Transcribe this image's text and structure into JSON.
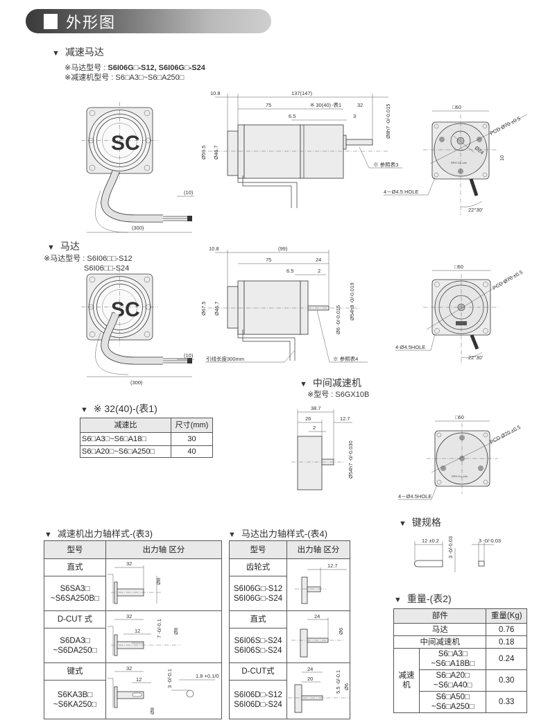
{
  "title": "外形图",
  "geared_motor": {
    "heading": "减速马达",
    "note_motor_prefix": "※马达型号 : ",
    "note_motor_value": "S6I06G□-S12, S6I06G□-S24",
    "note_gear": "※减速机型号 : S6□A3□~S6□A250□",
    "logo": "SC",
    "dims": {
      "cable_end": "(10)",
      "cable_len": "(300)",
      "d1": "10.8",
      "total": "137(147)",
      "motor": "75",
      "gear": "※ 30(40)",
      "gear_ref": "-表1",
      "shaft": "32",
      "flange": "6.5",
      "shaft_step": "3",
      "dia_body": "Ø59.5",
      "dia_cap": "Ø46.7",
      "dia_shaft": "Ø8h7 -0/-0.015",
      "ref": "※ 参照表3",
      "square": "□60",
      "pcd": "PCD Ø70 ±0.5",
      "dia_hub": "Ø24",
      "offset": "10",
      "angle": "22°30'",
      "hole": "4－Ø4.5 HOLE",
      "maker": "SPG Co.,Ltd."
    }
  },
  "motor": {
    "heading": "马达",
    "note_prefix": "※马达型号 : ",
    "note_line1": "S6I06□□-S12",
    "note_line2": "S6I06□□-S24",
    "logo": "SC",
    "dims": {
      "cable_end": "(10)",
      "cable_len": "(300)",
      "d1": "10.8",
      "total": "(99)",
      "motor": "75",
      "shaft": "24",
      "flange": "6.5",
      "step": "2",
      "dia_body": "Ø67.5",
      "dia_cap": "Ø46.7",
      "dia_shaft": "Ø6 -0/-0.015",
      "dia_pilot": "Ø54h8 -0/-0.019",
      "lead": "引线长度300mm",
      "ref": "※ 参照表4",
      "square": "□60",
      "pcd": "PCD Ø70 ±0.5",
      "hole": "4-Ø4.5HOLE",
      "angle": "22°30'"
    }
  },
  "intermediate": {
    "heading": "中间减速机",
    "note": "※型号 : S6GX10B",
    "dims": {
      "total": "38.7",
      "body": "26",
      "shaft": "12.7",
      "step": "2",
      "dia": "Ø54h7 -0/-0.030",
      "square": "□60",
      "pcd": "PCD Ø70 ±0.5",
      "hole": "4－Ø4.5HOLE",
      "maker": "SPG Co.,Ltd."
    }
  },
  "table1": {
    "heading": "※  32(40)-(表1)",
    "headers": [
      "减速比",
      "尺寸(mm)"
    ],
    "rows": [
      [
        "S6□A3□~S6□A18□",
        "30"
      ],
      [
        "S6□A20□~S6□A250□",
        "40"
      ]
    ]
  },
  "table3": {
    "heading": "减速机出力轴样式-(表3)",
    "headers": [
      "型号",
      "出力轴 区分"
    ],
    "groups": [
      {
        "type": "直式",
        "model1": "S6SA3□",
        "model2": "~S6SA250B□",
        "dims": [
          "32",
          "Ø8"
        ]
      },
      {
        "type": "D-CUT 式",
        "model1": "S6DA3□",
        "model2": "~S6DA250□",
        "dims": [
          "32",
          "12",
          "7 -0/-0.1",
          "Ø8"
        ]
      },
      {
        "type": "键式",
        "model1": "S6KA3B□",
        "model2": "~S6KA250□",
        "dims": [
          "32",
          "12",
          "Ø8",
          "3 -0/-0.1",
          "1.8 +0.1/0"
        ]
      }
    ]
  },
  "table4": {
    "heading": "马达出力轴样式-(表4)",
    "headers": [
      "型号",
      "出力轴 区分"
    ],
    "groups": [
      {
        "type": "齿轮式",
        "model1": "S6I06G□-S12",
        "model2": "S6I06G□-S24",
        "dims": [
          "12.7"
        ]
      },
      {
        "type": "直式",
        "model1": "S6I06S□-S24",
        "model2": "S6I06S□-S24",
        "dims": [
          "24",
          "Ø6"
        ]
      },
      {
        "type": "D-CUT式",
        "model1": "S6I06D□-S12",
        "model2": "S6I06D□-S24",
        "dims": [
          "24",
          "20",
          "5.5 -0/-0.1",
          "Ø6"
        ]
      }
    ]
  },
  "key_spec": {
    "heading": "键规格",
    "length": "12 ±0.2",
    "height": "3 -0/-0.03",
    "width": "3 -0/-0.03"
  },
  "table2": {
    "heading": "重量-(表2)",
    "headers": [
      "部件",
      "重量(Kg)"
    ],
    "rows": [
      {
        "part": "马达",
        "weight": "0.76"
      },
      {
        "part": "中间减速机",
        "weight": "0.18"
      }
    ],
    "group_label": "减速机",
    "group_rows": [
      {
        "m1": "S6□A3□",
        "m2": "~S6□A18B□",
        "weight": "0.24"
      },
      {
        "m1": "S6□A20□",
        "m2": "~S6□A40□",
        "weight": "0.30"
      },
      {
        "m1": "S6□A50□",
        "m2": "~S6□A250□",
        "weight": "0.33"
      }
    ]
  }
}
